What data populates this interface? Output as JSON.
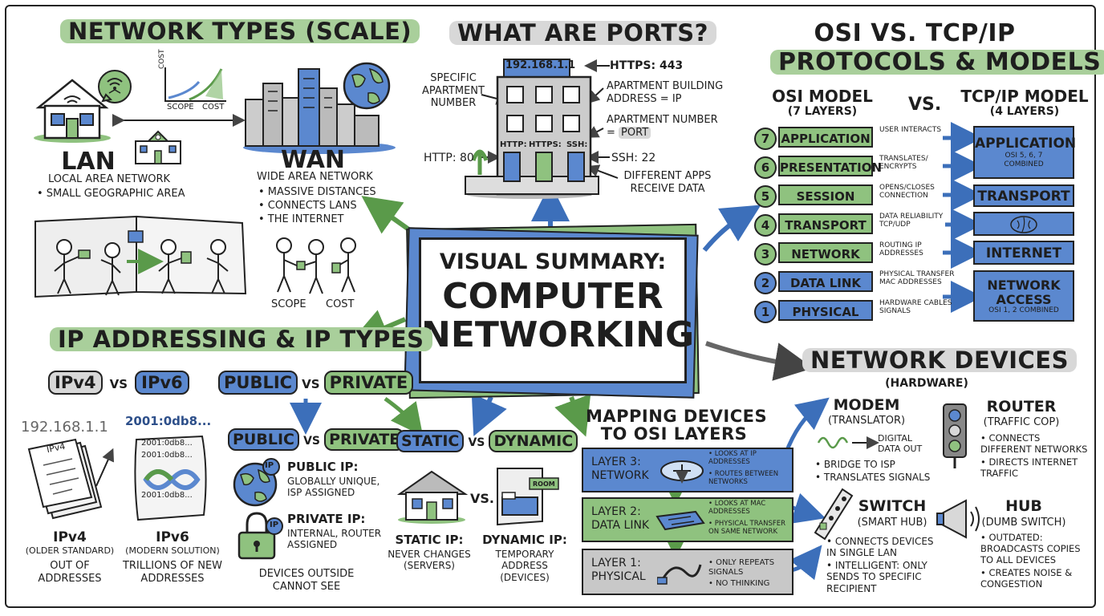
{
  "center": {
    "line1": "VISUAL SUMMARY:",
    "line2": "COMPUTER",
    "line3": "NETWORKING"
  },
  "network_types": {
    "title": "NETWORK TYPES (SCALE)",
    "lan": {
      "label": "LAN",
      "desc": "LOCAL AREA NETWORK",
      "bullet": "• SMALL GEOGRAPHIC AREA"
    },
    "wan": {
      "label": "WAN",
      "desc": "WIDE AREA NETWORK",
      "bullets": [
        "• MASSIVE DISTANCES",
        "• CONNECTS LANs",
        "• THE INTERNET"
      ]
    },
    "chart": {
      "ylabel": "COST",
      "xlabel1": "SCOPE",
      "xlabel2": "COST"
    },
    "scene": {
      "label1": "SCOPE",
      "label2": "COST"
    }
  },
  "ports": {
    "title": "WHAT ARE PORTS?",
    "ip": "192.168.1.1",
    "https_port": "HTTPS: 443",
    "specific": "SPECIFIC APARTMENT NUMBER",
    "building_addr": "APARTMENT BUILDING ADDRESS = IP",
    "apt_number": "APARTMENT NUMBER = ",
    "port_word": "PORT",
    "http_port": "HTTP: 80",
    "doors": [
      "HTTP:",
      "HTTPS:",
      "SSH:"
    ],
    "ssh_port": "SSH: 22",
    "different_apps": "DIFFERENT APPS RECEIVE DATA"
  },
  "osi": {
    "title1": "OSI VS. TCP/IP",
    "title2": "PROTOCOLS & MODELS",
    "osi_heading": "OSI MODEL",
    "osi_sub": "(7 LAYERS)",
    "vs": "VS.",
    "tcp_heading": "TCP/IP MODEL",
    "tcp_sub": "(4 LAYERS)",
    "layers": [
      {
        "num": "7",
        "name": "APPLICATION",
        "desc": "USER INTERACTS"
      },
      {
        "num": "6",
        "name": "PRESENTATION",
        "desc": "TRANSLATES/ ENCRYPTS"
      },
      {
        "num": "5",
        "name": "SESSION",
        "desc": "OPENS/CLOSES CONNECTION"
      },
      {
        "num": "4",
        "name": "TRANSPORT",
        "desc": "DATA RELIABILITY TCP/UDP"
      },
      {
        "num": "3",
        "name": "NETWORK",
        "desc": "ROUTING IP ADDRESSES"
      },
      {
        "num": "2",
        "name": "DATA LINK",
        "desc": "PHYSICAL TRANSFER MAC ADDRESSES"
      },
      {
        "num": "1",
        "name": "PHYSICAL",
        "desc": "HARDWARE CABLES SIGNALS"
      }
    ],
    "tcp_layers": {
      "application": "APPLICATION",
      "application_sub": "OSI 5, 6, 7 COMBINED",
      "transport": "TRANSPORT",
      "internet": "INTERNET",
      "network_access": "NETWORK ACCESS",
      "network_access_sub": "OSI 1, 2 COMBINED"
    }
  },
  "ip": {
    "title": "IP ADDRESSING & IP TYPES",
    "ipv4": "IPv4",
    "vs": "VS",
    "ipv6": "IPv6",
    "public": "PUBLIC",
    "private": "PRIVATE",
    "sample_v4": "192.168.1.1",
    "sample_v6": "2001:0db8...",
    "scroll_v6a": "2001:0db8...",
    "scroll_v6b": "2001:0db8...",
    "scroll_v6c": "2001:0db8...",
    "paper_label": "IPv4",
    "ipv4_label": "IPv4",
    "ipv4_sub": "(OLDER STANDARD)",
    "ipv4_desc": "OUT OF ADDRESSES",
    "ipv6_label": "IPv6",
    "ipv6_sub": "(MODERN SOLUTION)",
    "ipv6_desc": "TRILLIONS OF NEW ADDRESSES",
    "public_ip": "PUBLIC IP:",
    "public_desc": "GLOBALLY UNIQUE, ISP ASSIGNED",
    "private_ip": "PRIVATE IP:",
    "private_desc": "INTERNAL, ROUTER ASSIGNED",
    "outside": "DEVICES OUTSIDE CANNOT SEE",
    "ip_badge": "IP",
    "static": "STATIC",
    "dynamic": "DYNAMIC",
    "static_ip": "STATIC IP:",
    "static_desc": "NEVER CHANGES (SERVERS)",
    "dynamic_ip": "DYNAMIC IP:",
    "dynamic_desc": "TEMPORARY ADDRESS (DEVICES)",
    "room": "ROOM",
    "vs2": "VS."
  },
  "mapping": {
    "title1": "MAPPING DEVICES",
    "title2": "TO OSI LAYERS",
    "layer3": "LAYER 3: NETWORK",
    "layer3_bullets": [
      "• LOOKS AT IP ADDRESSES",
      "• ROUTES BETWEEN NETWORKS"
    ],
    "layer2": "LAYER 2: DATA LINK",
    "layer2_bullets": [
      "• LOOKS AT MAC ADDRESSES",
      "• PHYSICAL TRANSFER ON SAME NETWORK"
    ],
    "layer1": "LAYER 1: PHYSICAL",
    "layer1_bullets": [
      "• ONLY REPEATS SIGNALS",
      "• NO THINKING"
    ]
  },
  "devices": {
    "title": "NETWORK DEVICES",
    "sub": "(HARDWARE)",
    "modem": "MODEM",
    "modem_sub": "(TRANSLATOR)",
    "modem_out": "DIGITAL DATA OUT",
    "modem_bullets": [
      "• BRIDGE TO ISP",
      "• TRANSLATES SIGNALS"
    ],
    "router": "ROUTER",
    "router_sub": "(TRAFFIC COP)",
    "router_bullets": [
      "• CONNECTS DIFFERENT NETWORKS",
      "• DIRECTS INTERNET TRAFFIC"
    ],
    "switch": "SWITCH",
    "switch_sub": "(SMART HUB)",
    "switch_bullets": [
      "• CONNECTS DEVICES IN SINGLE LAN",
      "• INTELLIGENT: ONLY SENDS TO SPECIFIC RECIPIENT"
    ],
    "hub": "HUB",
    "hub_sub": "(DUMB SWITCH)",
    "hub_bullets": [
      "• OUTDATED: BROADCASTS COPIES TO ALL DEVICES",
      "• CREATES NOISE & CONGESTION"
    ]
  },
  "colors": {
    "green": "#8fc27f",
    "blue": "#5b88cf",
    "gray": "#d8d8d8"
  }
}
